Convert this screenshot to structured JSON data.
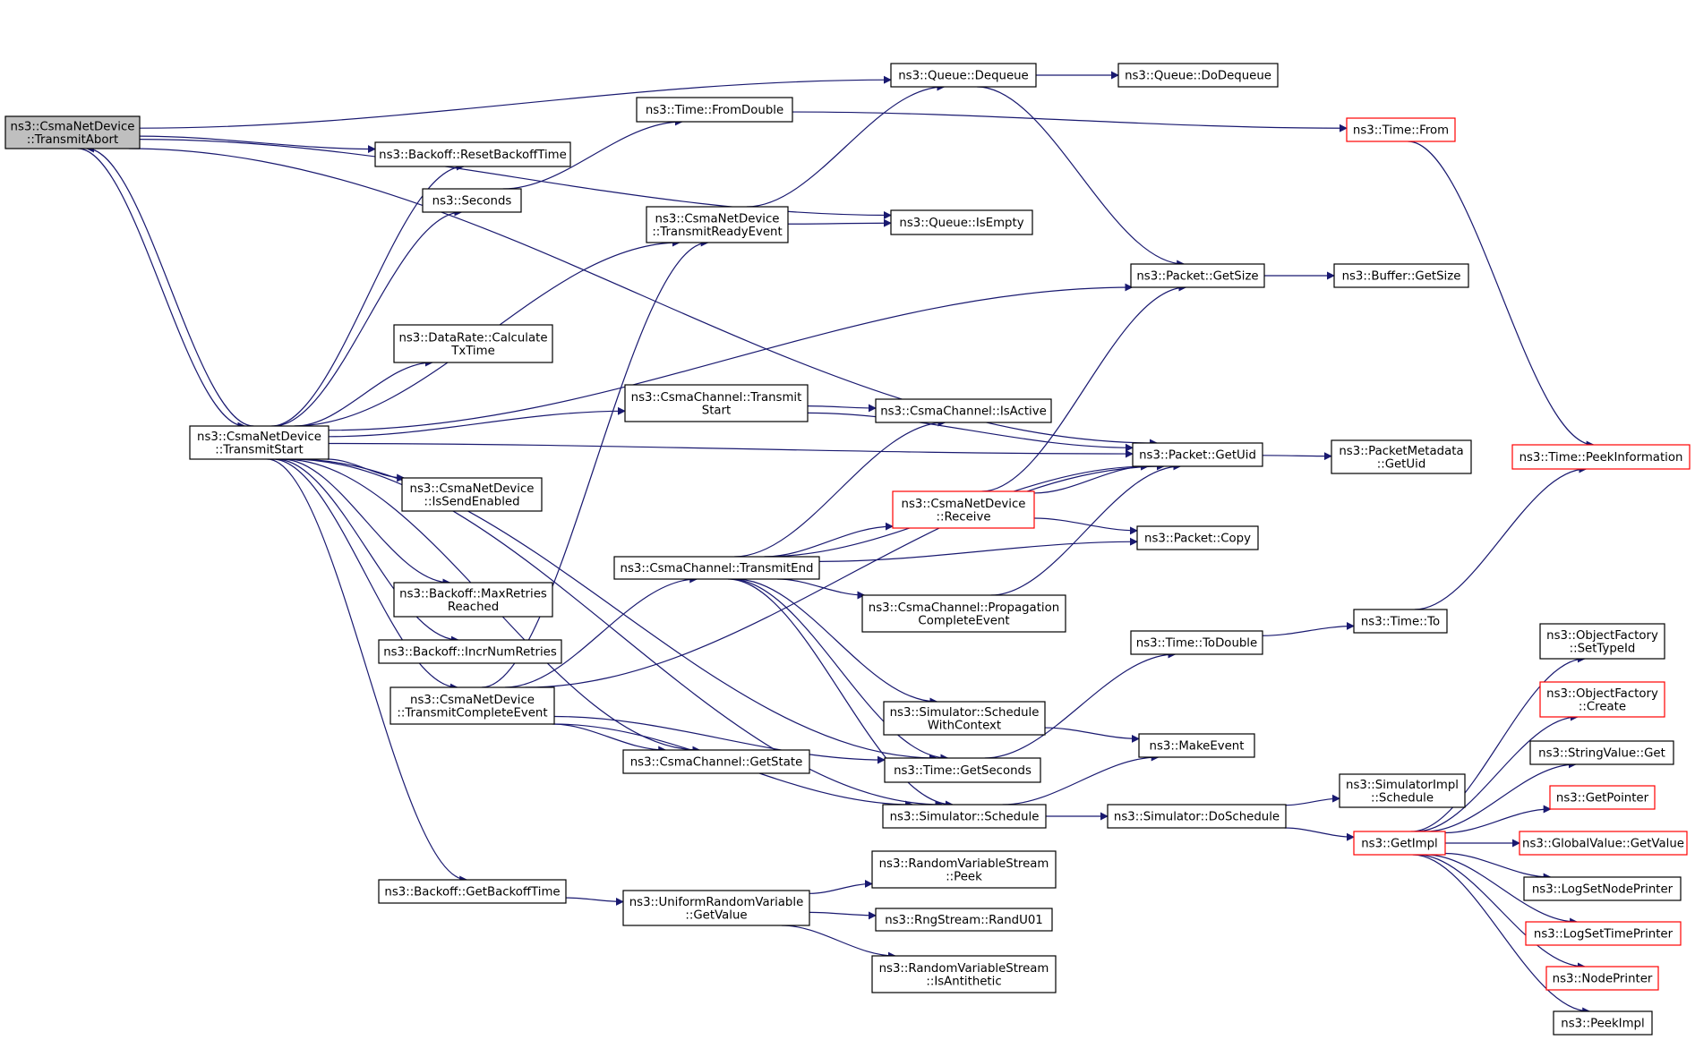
{
  "diagram": {
    "type": "call-graph",
    "colors": {
      "edge": "#191970",
      "node_border": "#000000",
      "truncated_border": "#ff0000",
      "root_fill": "#bfbfbf",
      "background": "#ffffff"
    },
    "nodes": [
      {
        "id": "abort",
        "lines": [
          "ns3::CsmaNetDevice",
          "::TransmitAbort"
        ],
        "root": true
      },
      {
        "id": "start",
        "lines": [
          "ns3::CsmaNetDevice",
          "::TransmitStart"
        ]
      },
      {
        "id": "reset",
        "lines": [
          "ns3::Backoff::ResetBackoffTime"
        ]
      },
      {
        "id": "seconds",
        "lines": [
          "ns3::Seconds"
        ]
      },
      {
        "id": "calc",
        "lines": [
          "ns3::DataRate::Calculate",
          "TxTime"
        ]
      },
      {
        "id": "issend",
        "lines": [
          "ns3::CsmaNetDevice",
          "::IsSendEnabled"
        ]
      },
      {
        "id": "maxret",
        "lines": [
          "ns3::Backoff::MaxRetries",
          "Reached"
        ]
      },
      {
        "id": "incr",
        "lines": [
          "ns3::Backoff::IncrNumRetries"
        ]
      },
      {
        "id": "tcompl",
        "lines": [
          "ns3::CsmaNetDevice",
          "::TransmitCompleteEvent"
        ]
      },
      {
        "id": "getbo",
        "lines": [
          "ns3::Backoff::GetBackoffTime"
        ]
      },
      {
        "id": "fromdbl",
        "lines": [
          "ns3::Time::FromDouble"
        ]
      },
      {
        "id": "ready",
        "lines": [
          "ns3::CsmaNetDevice",
          "::TransmitReadyEvent"
        ]
      },
      {
        "id": "chstart",
        "lines": [
          "ns3::CsmaChannel::Transmit",
          "Start"
        ]
      },
      {
        "id": "chend",
        "lines": [
          "ns3::CsmaChannel::TransmitEnd"
        ]
      },
      {
        "id": "getstate",
        "lines": [
          "ns3::CsmaChannel::GetState"
        ]
      },
      {
        "id": "urvget",
        "lines": [
          "ns3::UniformRandomVariable",
          "::GetValue"
        ]
      },
      {
        "id": "dequeue",
        "lines": [
          "ns3::Queue::Dequeue"
        ]
      },
      {
        "id": "isempty",
        "lines": [
          "ns3::Queue::IsEmpty"
        ]
      },
      {
        "id": "isactive",
        "lines": [
          "ns3::CsmaChannel::IsActive"
        ]
      },
      {
        "id": "receive",
        "lines": [
          "ns3::CsmaNetDevice",
          "::Receive"
        ],
        "red": true
      },
      {
        "id": "prop",
        "lines": [
          "ns3::CsmaChannel::Propagation",
          "CompleteEvent"
        ]
      },
      {
        "id": "schedctx",
        "lines": [
          "ns3::Simulator::Schedule",
          "WithContext"
        ]
      },
      {
        "id": "getsec",
        "lines": [
          "ns3::Time::GetSeconds"
        ]
      },
      {
        "id": "sched",
        "lines": [
          "ns3::Simulator::Schedule"
        ]
      },
      {
        "id": "peek",
        "lines": [
          "ns3::RandomVariableStream",
          "::Peek"
        ]
      },
      {
        "id": "randu",
        "lines": [
          "ns3::RngStream::RandU01"
        ]
      },
      {
        "id": "anti",
        "lines": [
          "ns3::RandomVariableStream",
          "::IsAntithetic"
        ]
      },
      {
        "id": "dodeq",
        "lines": [
          "ns3::Queue::DoDequeue"
        ]
      },
      {
        "id": "pgetsize",
        "lines": [
          "ns3::Packet::GetSize"
        ]
      },
      {
        "id": "pgetuid",
        "lines": [
          "ns3::Packet::GetUid"
        ]
      },
      {
        "id": "pcopy",
        "lines": [
          "ns3::Packet::Copy"
        ]
      },
      {
        "id": "todbl",
        "lines": [
          "ns3::Time::ToDouble"
        ]
      },
      {
        "id": "mkevent",
        "lines": [
          "ns3::MakeEvent"
        ]
      },
      {
        "id": "dosched",
        "lines": [
          "ns3::Simulator::DoSchedule"
        ]
      },
      {
        "id": "tfrom",
        "lines": [
          "ns3::Time::From"
        ],
        "red": true
      },
      {
        "id": "bgetsize",
        "lines": [
          "ns3::Buffer::GetSize"
        ]
      },
      {
        "id": "pmeta",
        "lines": [
          "ns3::PacketMetadata",
          "::GetUid"
        ]
      },
      {
        "id": "tto",
        "lines": [
          "ns3::Time::To"
        ]
      },
      {
        "id": "simplsched",
        "lines": [
          "ns3::SimulatorImpl",
          "::Schedule"
        ]
      },
      {
        "id": "getimpl",
        "lines": [
          "ns3::GetImpl"
        ],
        "red": true
      },
      {
        "id": "peekinfo",
        "lines": [
          "ns3::Time::PeekInformation"
        ],
        "red": true
      },
      {
        "id": "ofset",
        "lines": [
          "ns3::ObjectFactory",
          "::SetTypeId"
        ]
      },
      {
        "id": "ofcreate",
        "lines": [
          "ns3::ObjectFactory",
          "::Create"
        ],
        "red": true
      },
      {
        "id": "strget",
        "lines": [
          "ns3::StringValue::Get"
        ]
      },
      {
        "id": "getptr",
        "lines": [
          "ns3::GetPointer"
        ],
        "red": true
      },
      {
        "id": "gvget",
        "lines": [
          "ns3::GlobalValue::GetValue"
        ],
        "red": true
      },
      {
        "id": "lognode",
        "lines": [
          "ns3::LogSetNodePrinter"
        ]
      },
      {
        "id": "logtime",
        "lines": [
          "ns3::LogSetTimePrinter"
        ],
        "red": true
      },
      {
        "id": "nodeprn",
        "lines": [
          "ns3::NodePrinter"
        ],
        "red": true
      },
      {
        "id": "peekimpl",
        "lines": [
          "ns3::PeekImpl"
        ]
      }
    ],
    "edges": [
      [
        "abort",
        "start"
      ],
      [
        "abort",
        "dequeue"
      ],
      [
        "abort",
        "isempty"
      ],
      [
        "abort",
        "pgetuid"
      ],
      [
        "abort",
        "reset"
      ],
      [
        "start",
        "abort"
      ],
      [
        "start",
        "reset"
      ],
      [
        "start",
        "seconds"
      ],
      [
        "start",
        "ready"
      ],
      [
        "start",
        "pgetsize"
      ],
      [
        "start",
        "calc"
      ],
      [
        "start",
        "pgetuid"
      ],
      [
        "start",
        "chstart"
      ],
      [
        "start",
        "issend"
      ],
      [
        "start",
        "getsec"
      ],
      [
        "start",
        "maxret"
      ],
      [
        "start",
        "incr"
      ],
      [
        "start",
        "tcompl"
      ],
      [
        "start",
        "getstate"
      ],
      [
        "start",
        "sched"
      ],
      [
        "start",
        "getbo"
      ],
      [
        "seconds",
        "fromdbl"
      ],
      [
        "fromdbl",
        "tfrom"
      ],
      [
        "tcompl",
        "ready"
      ],
      [
        "tcompl",
        "pgetuid"
      ],
      [
        "tcompl",
        "chend"
      ],
      [
        "tcompl",
        "getstate"
      ],
      [
        "tcompl",
        "getsec"
      ],
      [
        "tcompl",
        "sched"
      ],
      [
        "getbo",
        "urvget"
      ],
      [
        "ready",
        "dequeue"
      ],
      [
        "ready",
        "isempty"
      ],
      [
        "chstart",
        "isactive"
      ],
      [
        "chstart",
        "pgetuid"
      ],
      [
        "chend",
        "isactive"
      ],
      [
        "chend",
        "receive"
      ],
      [
        "chend",
        "pgetuid"
      ],
      [
        "chend",
        "prop"
      ],
      [
        "chend",
        "pcopy"
      ],
      [
        "chend",
        "schedctx"
      ],
      [
        "chend",
        "getsec"
      ],
      [
        "chend",
        "sched"
      ],
      [
        "urvget",
        "peek"
      ],
      [
        "urvget",
        "randu"
      ],
      [
        "urvget",
        "anti"
      ],
      [
        "dequeue",
        "dodeq"
      ],
      [
        "dequeue",
        "pgetsize"
      ],
      [
        "receive",
        "pgetsize"
      ],
      [
        "receive",
        "pgetuid"
      ],
      [
        "receive",
        "pcopy"
      ],
      [
        "prop",
        "pgetuid"
      ],
      [
        "schedctx",
        "mkevent"
      ],
      [
        "getsec",
        "todbl"
      ],
      [
        "sched",
        "mkevent"
      ],
      [
        "sched",
        "dosched"
      ],
      [
        "pgetsize",
        "bgetsize"
      ],
      [
        "pgetuid",
        "pmeta"
      ],
      [
        "todbl",
        "tto"
      ],
      [
        "tto",
        "peekinfo"
      ],
      [
        "tfrom",
        "peekinfo"
      ],
      [
        "dosched",
        "simplsched"
      ],
      [
        "dosched",
        "getimpl"
      ],
      [
        "getimpl",
        "ofset"
      ],
      [
        "getimpl",
        "ofcreate"
      ],
      [
        "getimpl",
        "strget"
      ],
      [
        "getimpl",
        "getptr"
      ],
      [
        "getimpl",
        "gvget"
      ],
      [
        "getimpl",
        "lognode"
      ],
      [
        "getimpl",
        "logtime"
      ],
      [
        "getimpl",
        "nodeprn"
      ],
      [
        "getimpl",
        "peekimpl"
      ]
    ]
  }
}
